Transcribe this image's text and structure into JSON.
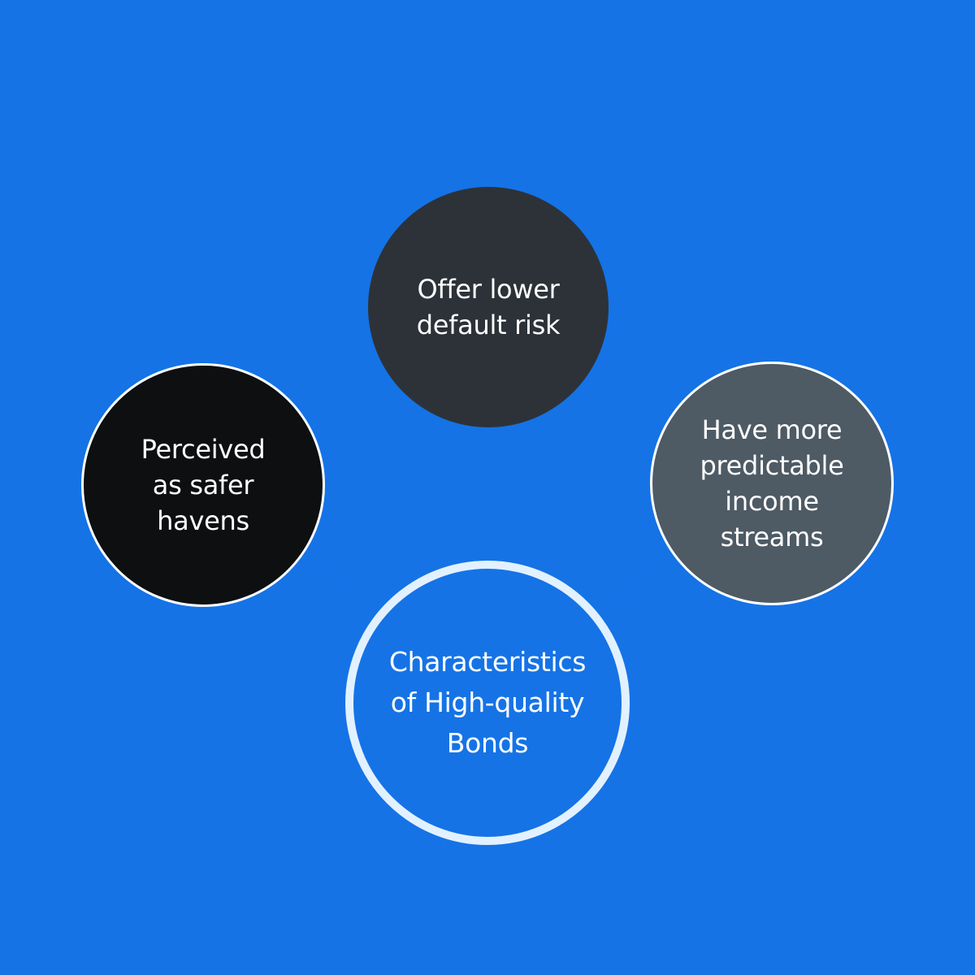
{
  "colors": {
    "outer_background": "#1573e6",
    "arrow": "#1573e6",
    "top_node": "#2d3238",
    "left_node": "#0d0f11",
    "right_node": "#4e5a64",
    "center_node": "#1573e6"
  },
  "diagram": {
    "center": {
      "label": "Characteristics\nof High-quality\nBonds"
    },
    "nodes": [
      {
        "id": "top",
        "label": "Offer lower\ndefault risk"
      },
      {
        "id": "left",
        "label": "Perceived\nas safer\nhavens"
      },
      {
        "id": "right",
        "label": "Have more\npredictable\nincome\nstreams"
      }
    ]
  }
}
